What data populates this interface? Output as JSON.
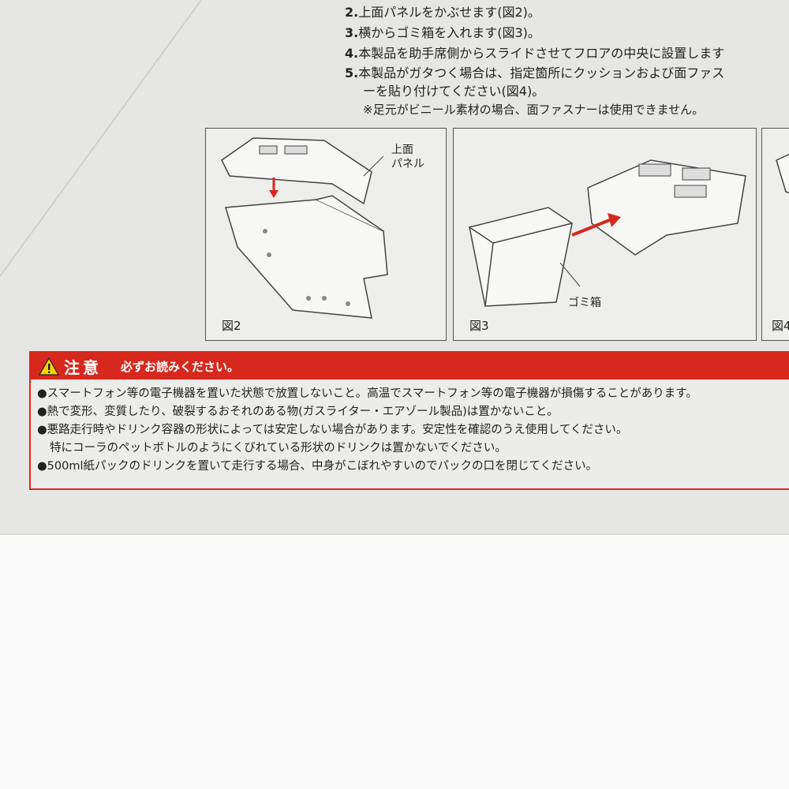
{
  "steps": [
    {
      "num": "2.",
      "text": "上面パネルをかぶせます(図2)。"
    },
    {
      "num": "3.",
      "text": "横からゴミ箱を入れます(図3)。"
    },
    {
      "num": "4.",
      "text": "本製品を助手席側からスライドさせてフロアの中央に設置します"
    },
    {
      "num": "5.",
      "text": "本製品がガタつく場合は、指定箇所にクッションおよび面ファス"
    }
  ],
  "step5_cont": "ーを貼り付けてください(図4)。",
  "note": "※足元がビニール素材の場合、面ファスナーは使用できません。",
  "figures": {
    "fig2": {
      "label": "図2",
      "callout_line1": "上面",
      "callout_line2": "パネル"
    },
    "fig3": {
      "label": "図3",
      "callout": "ゴミ箱"
    },
    "fig4": {
      "label": "図4"
    }
  },
  "warning": {
    "title": "注意",
    "subtitle": "必ずお読みください。",
    "items": [
      "●スマートフォン等の電子機器を置いた状態で放置しないこと。高温でスマートフォン等の電子機器が損傷することがあります。",
      "●熱で変形、変質したり、破裂するおそれのある物(ガスライター・エアゾール製品)は置かないこと。",
      "●悪路走行時やドリンク容器の形状によっては安定しない場合があります。安定性を確認のうえ使用してください。",
      "特にコーラのペットボトルのようにくびれている形状のドリンクは置かないでください。",
      "●500ml紙パックのドリンクを置いて走行する場合、中身がこぼれやすいのでパックの口を閉じてください。"
    ],
    "accent": "#d7281d"
  }
}
